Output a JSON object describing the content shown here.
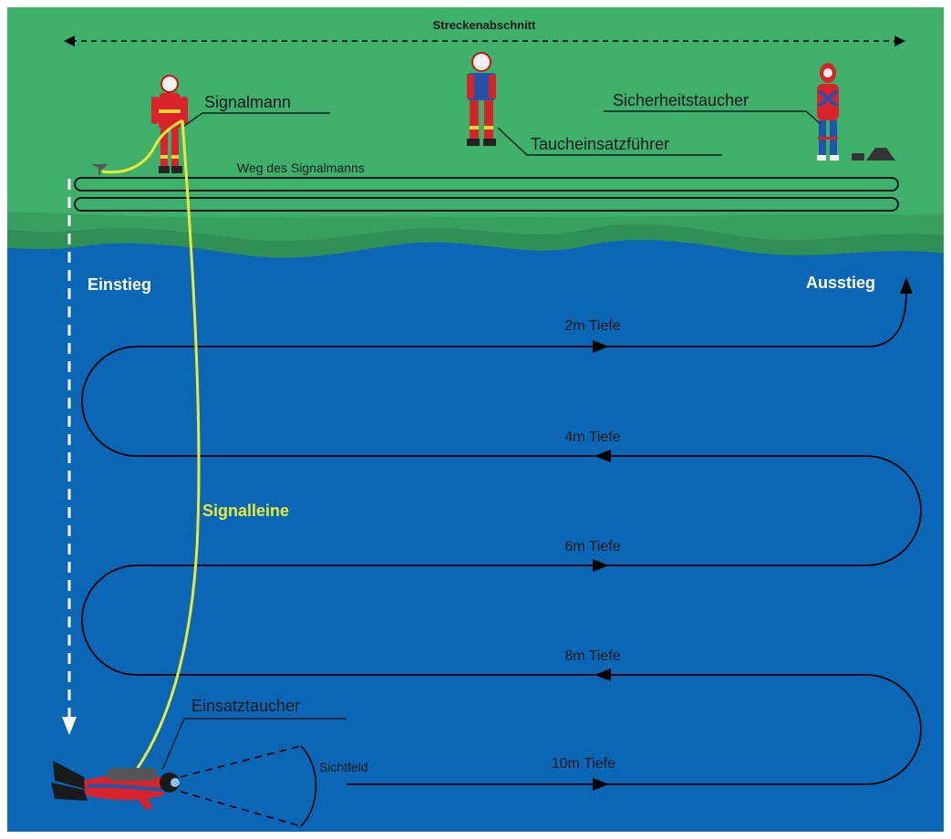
{
  "labels": {
    "section": "Streckenabschnitt",
    "signalman": "Signalmann",
    "commander": "Taucheinsatzführer",
    "safety_diver": "Sicherheitstaucher",
    "signalman_path": "Weg des Signalmanns",
    "entry": "Einstieg",
    "exit": "Ausstieg",
    "signal_line": "Signalleine",
    "diver": "Einsatztaucher",
    "field_of_view": "Sichtfeld"
  },
  "depths": [
    "2m Tiefe",
    "4m Tiefe",
    "6m Tiefe",
    "8m Tiefe",
    "10m Tiefe"
  ],
  "colors": {
    "land": "#3fb06b",
    "land_shadow": "#2f8f55",
    "water": "#0b66b5",
    "signal_line": "#e8ea3a",
    "suit_red": "#d8232a",
    "suit_blue": "#2255a8"
  }
}
